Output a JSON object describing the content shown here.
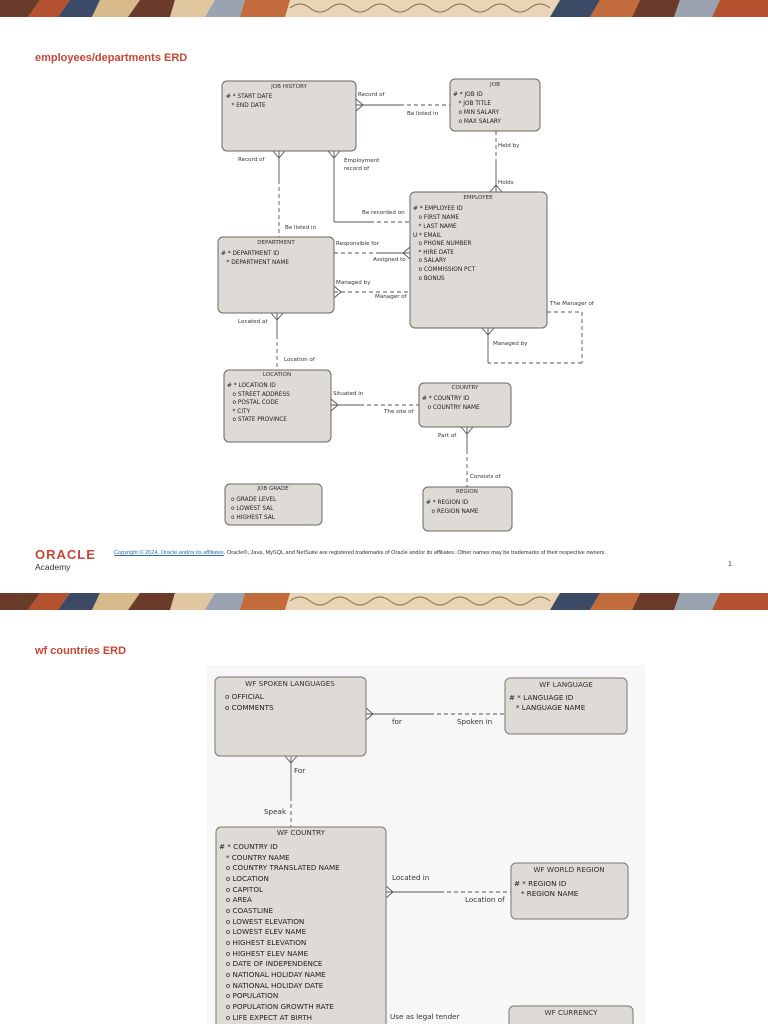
{
  "slide1": {
    "title": "employees/departments ERD",
    "entities": {
      "job_history": {
        "name": "JOB HISTORY",
        "attrs": [
          "# * START DATE",
          "   * END DATE"
        ]
      },
      "job": {
        "name": "JOB",
        "attrs": [
          "# * JOB ID",
          "   * JOB TITLE",
          "   o MIN SALARY",
          "   o MAX SALARY"
        ]
      },
      "employee": {
        "name": "EMPLOYEE",
        "attrs": [
          "# * EMPLOYEE ID",
          "   o FIRST NAME",
          "   * LAST NAME",
          "U * EMAIL",
          "   o PHONE NUMBER",
          "   * HIRE DATE",
          "   o SALARY",
          "   o COMMISSION PCT",
          "   o BONUS"
        ]
      },
      "department": {
        "name": "DEPARTMENT",
        "attrs": [
          "# * DEPARTMENT ID",
          "   * DEPARTMENT NAME"
        ]
      },
      "location": {
        "name": "LOCATION",
        "attrs": [
          "# * LOCATION ID",
          "   o STREET ADDRESS",
          "   o POSTAL CODE",
          "   * CITY",
          "   o STATE PROVINCE"
        ]
      },
      "country": {
        "name": "COUNTRY",
        "attrs": [
          "# * COUNTRY ID",
          "   o COUNTRY NAME"
        ]
      },
      "region": {
        "name": "REGION",
        "attrs": [
          "# * REGION ID",
          "   o REGION NAME"
        ]
      },
      "job_grade": {
        "name": "JOB GRADE",
        "attrs": [
          "o GRADE LEVEL",
          "o LOWEST SAL",
          "o HIGHEST SAL"
        ]
      }
    },
    "relationships": {
      "record_of_top": "Record of",
      "be_listed_in_top": "Be listed in",
      "held_by": "Held by",
      "holds": "Holds",
      "record_of_left": "Record of",
      "employment_record_of_1": "Employment",
      "employment_record_of_2": "record of",
      "be_recorded_on": "Be recorded on",
      "be_listed_in_mid": "Be listed in",
      "responsible_for": "Responsible for",
      "assigned_to": "Assigned to",
      "managed_by_dept": "Managed by",
      "manager_of": "Manager of",
      "the_manager_of": "The Manager of",
      "managed_by_self": "Managed by",
      "located_at": "Located at",
      "location_of": "Location of",
      "situated_in": "Situated in",
      "the_site_of": "The site of",
      "part_of": "Part of",
      "consists_of": "Consists of"
    }
  },
  "footer": {
    "logo": "ORACLE",
    "logo_sub": "Academy",
    "copyright_link": "Copyright © 2024, Oracle and/or its affiliates",
    "copyright_rest": ". Oracle®, Java, MySQL and NetSuite are registered trademarks of Oracle and/or its affiliates. Other names may be trademarks of their respective owners.",
    "page_number": "1"
  },
  "slide2": {
    "title": "wf countries ERD",
    "entities": {
      "spoken_languages": {
        "name": "WF SPOKEN LANGUAGES",
        "attrs": [
          "o OFFICIAL",
          "o COMMENTS"
        ]
      },
      "language": {
        "name": "WF LANGUAGE",
        "attrs": [
          "# * LANGUAGE ID",
          "   * LANGUAGE NAME"
        ]
      },
      "country": {
        "name": "WF COUNTRY",
        "attrs": [
          "# * COUNTRY ID",
          "   * COUNTRY NAME",
          "   o COUNTRY TRANSLATED NAME",
          "   o LOCATION",
          "   o CAPITOL",
          "   o AREA",
          "   o COASTLINE",
          "   o LOWEST ELEVATION",
          "   o LOWEST ELEV NAME",
          "   o HIGHEST ELEVATION",
          "   o HIGHEST ELEV NAME",
          "   o DATE OF INDEPENDENCE",
          "   o NATIONAL HOLIDAY NAME",
          "   o NATIONAL HOLIDAY DATE",
          "   o POPULATION",
          "   o POPULATION GROWTH RATE",
          "   o LIFE EXPECT AT BIRTH"
        ]
      },
      "world_region": {
        "name": "WF WORLD REGION",
        "attrs": [
          "# * REGION ID",
          "   * REGION NAME"
        ]
      },
      "currency": {
        "name": "WF CURRENCY",
        "attrs": []
      }
    },
    "relationships": {
      "for_right": "for",
      "spoken_in": "Spoken in",
      "for_vertical": "For",
      "speak": "Speak",
      "located_in": "Located in",
      "location_of": "Location of",
      "use_as_legal_tender": "Use as legal tender"
    }
  },
  "colors": {
    "heading": "#c74634",
    "entity_fill": "#dedad5",
    "entity_stroke": "#6b6762",
    "link": "#2b6fa8"
  }
}
